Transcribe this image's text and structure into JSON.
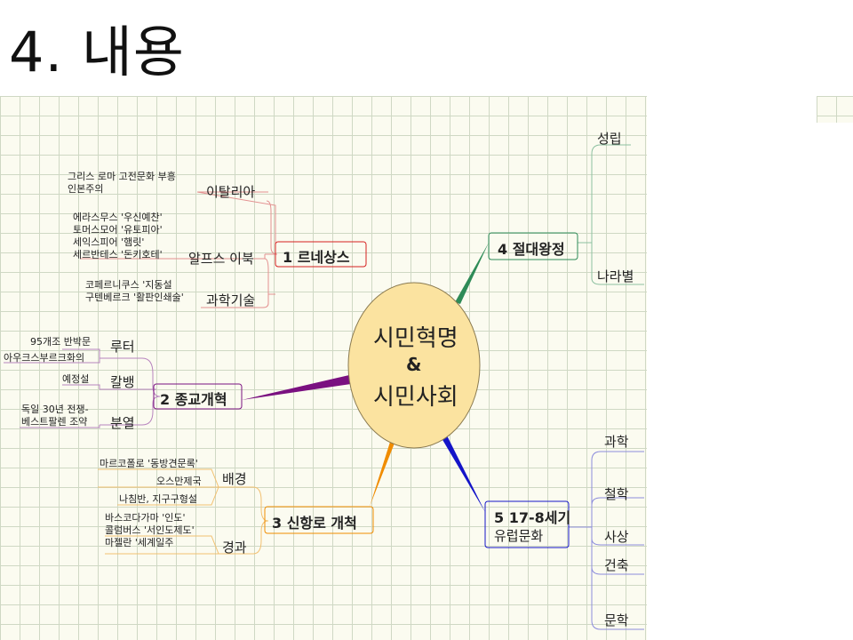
{
  "slide": {
    "title": "4. 내용"
  },
  "center": {
    "line1": "시민혁명",
    "line2": "&",
    "line3": "시민사회"
  },
  "branch1": {
    "label": "1 르네상스",
    "italy": {
      "label": "이탈리아",
      "notes": [
        "그리스 로마 고전문화 부흥",
        "인본주의"
      ]
    },
    "alps": {
      "label": "알프스 이북",
      "notes": [
        "에라스무스 '우신예찬'",
        "토머스모어 '유토피아'",
        "세익스피어 '햄릿'",
        "세르반테스 '돈키호테'"
      ]
    },
    "science": {
      "label": "과학기술",
      "notes": [
        "코페르니쿠스 '지동설",
        "구텐베르크 '활판인쇄술'"
      ]
    }
  },
  "branch2": {
    "label": "2 종교개혁",
    "luther": {
      "label": "루터",
      "notes": [
        "95개조 반박문",
        "아우크스부르크화의"
      ]
    },
    "calvin": {
      "label": "칼뱅",
      "notes": [
        "예정설"
      ]
    },
    "split": {
      "label": "분열",
      "notes": [
        "독일 30년 전쟁-",
        "베스트팔렌 조약"
      ]
    }
  },
  "branch3": {
    "label": "3 신항로 개척",
    "background": {
      "label": "배경",
      "notes": [
        "마르코폴로 '동방견문록'",
        "오스만제국",
        "나침반, 지구구형설"
      ]
    },
    "process": {
      "label": "경과",
      "notes": [
        "바스코다가마 '인도'",
        "콜럼버스 '서인도제도'",
        "마젤란 '세계일주"
      ]
    }
  },
  "branch4": {
    "label": "4 절대왕정",
    "items": [
      "성립",
      "나라별"
    ]
  },
  "branch5": {
    "label_line1": "5 17-8세기",
    "label_line2": "유럽문화",
    "items": [
      "과학",
      "철학",
      "사상",
      "건축",
      "문학"
    ]
  },
  "colors": {
    "branch1": "#d62020",
    "branch2": "#7a1080",
    "branch3": "#f08c00",
    "branch4": "#2e8b57",
    "branch5": "#1414c8",
    "center_fill": "#fbe3a0"
  }
}
